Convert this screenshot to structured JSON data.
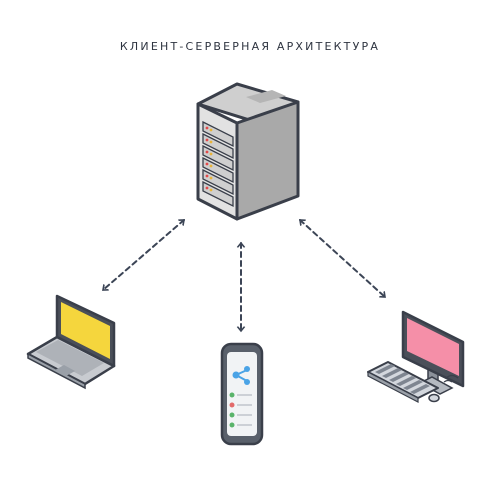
{
  "diagram": {
    "title": "КЛИЕНТ-СЕРВЕРНАЯ АРХИТЕКТУРА",
    "nodes": [
      {
        "id": "server",
        "type": "server-rack",
        "label": ""
      },
      {
        "id": "laptop",
        "type": "laptop",
        "label": ""
      },
      {
        "id": "phone",
        "type": "smartphone",
        "label": ""
      },
      {
        "id": "desktop",
        "type": "desktop-computer",
        "label": ""
      }
    ],
    "edges": [
      {
        "from": "server",
        "to": "laptop",
        "style": "dashed",
        "direction": "bidirectional"
      },
      {
        "from": "server",
        "to": "phone",
        "style": "dashed",
        "direction": "bidirectional"
      },
      {
        "from": "server",
        "to": "desktop",
        "style": "dashed",
        "direction": "bidirectional"
      }
    ],
    "colors": {
      "server_body": "#d9d9d9",
      "outline": "#3a3f4a",
      "laptop_screen": "#f5d63d",
      "desktop_screen": "#f58fa8",
      "phone_accent": "#4aa3e6",
      "connector": "#3c4556"
    }
  }
}
